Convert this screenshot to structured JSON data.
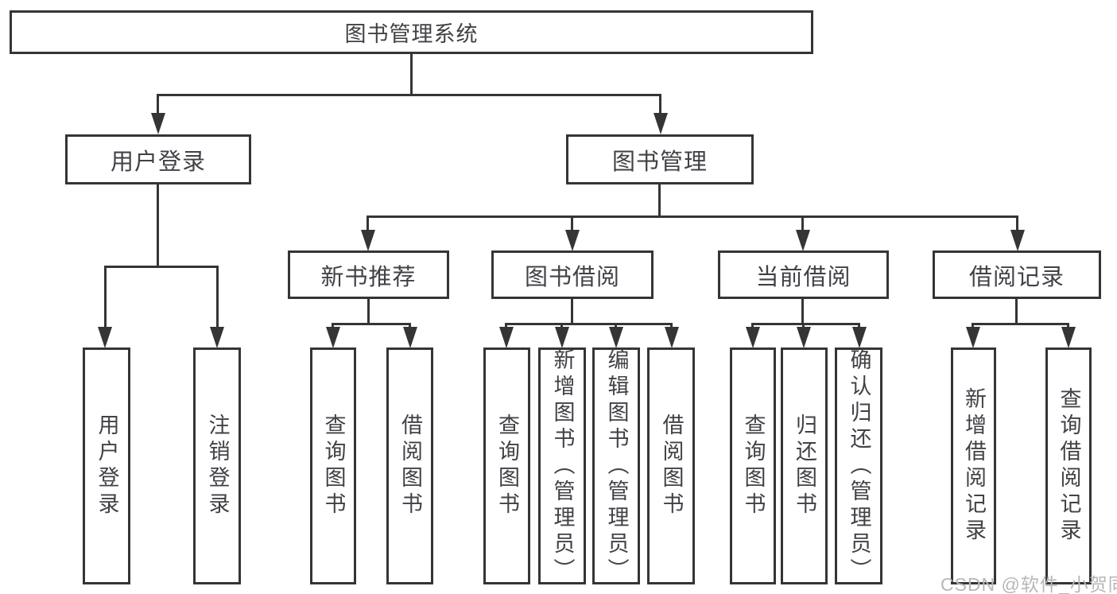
{
  "diagram": {
    "root": {
      "label": "图书管理系统"
    },
    "branches": [
      {
        "label": "用户登录",
        "children": [
          {
            "label": "用户登录"
          },
          {
            "label": "注销登录"
          }
        ]
      },
      {
        "label": "图书管理",
        "children": [
          {
            "label": "新书推荐",
            "children": [
              {
                "label": "查询图书"
              },
              {
                "label": "借阅图书"
              }
            ]
          },
          {
            "label": "图书借阅",
            "children": [
              {
                "label": "查询图书"
              },
              {
                "label": "新增图书（管理员）"
              },
              {
                "label": "编辑图书（管理员）"
              },
              {
                "label": "借阅图书"
              }
            ]
          },
          {
            "label": "当前借阅",
            "children": [
              {
                "label": "查询图书"
              },
              {
                "label": "归还图书"
              },
              {
                "label": "确认归还（管理员）"
              }
            ]
          },
          {
            "label": "借阅记录",
            "children": [
              {
                "label": "新增借阅记录"
              },
              {
                "label": "查询借阅记录"
              }
            ]
          }
        ]
      }
    ]
  },
  "watermark": {
    "text": "CSDN @软件_小贺同学"
  },
  "colors": {
    "line": "#353538",
    "box_border": "#353538",
    "text": "#414147",
    "watermark": "#b7b7b9",
    "background": "#ffffff"
  }
}
